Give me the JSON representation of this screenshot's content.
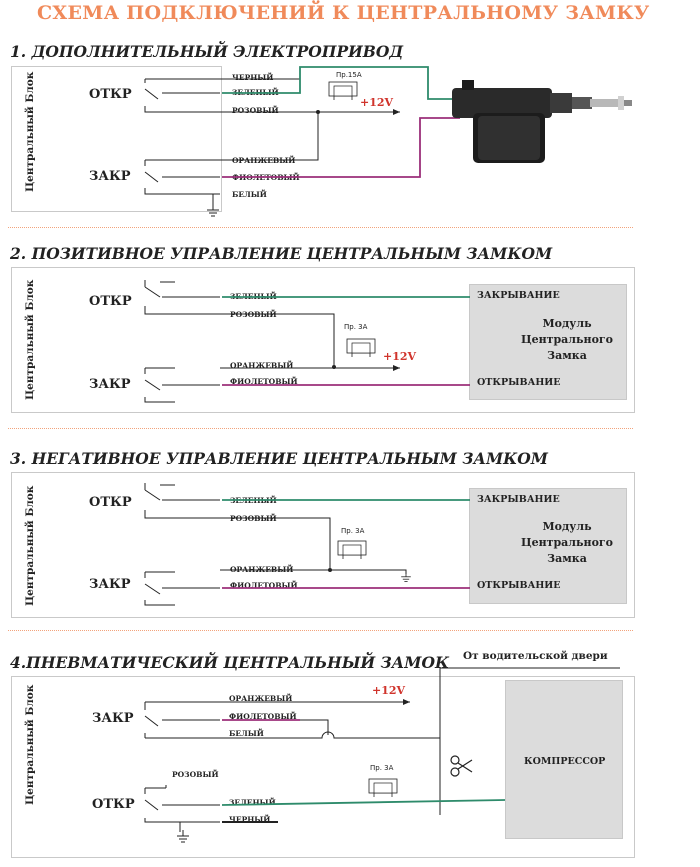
{
  "main_title": "СХЕМА ПОДКЛЮЧЕНИЙ К ЦЕНТРАЛЬНОМУ ЗАМКУ",
  "block_label": "Центральный Блок",
  "colors": {
    "green": "#2e8b6b",
    "purple": "#9b2f7a",
    "title": "#f08a5a",
    "red": "#d0342c",
    "module": "#dcdcdc"
  },
  "s1": {
    "title": "1. ДОПОЛНИТЕЛЬНЫЙ ЭЛЕКТРОПРИВОД",
    "open": "ОТКР",
    "close": "ЗАКР",
    "w_black": "ЧЕРНЫЙ",
    "w_green": "ЗЕЛЕНЫЙ",
    "w_pink": "РОЗОВЫЙ",
    "w_orange": "ОРАНЖЕВЫЙ",
    "w_violet": "ФИОЛЕТОВЫЙ",
    "w_white": "БЕЛЫЙ",
    "fuse": "Пр.15А",
    "v12": "+12V"
  },
  "s2": {
    "title": "2. ПОЗИТИВНОЕ УПРАВЛЕНИЕ ЦЕНТРАЛЬНЫМ ЗАМКОМ",
    "open": "ОТКР",
    "close": "ЗАКР",
    "w_green": "ЗЕЛЕНЫЙ",
    "w_pink": "РОЗОВЫЙ",
    "w_orange": "ОРАНЖЕВЫЙ",
    "w_violet": "ФИОЛЕТОВЫЙ",
    "fuse": "Пр. 3А",
    "v12": "+12V",
    "mod_closing": "ЗАКРЫВАНИЕ",
    "mod_opening": "ОТКРЫВАНИЕ",
    "mod_line1": "Модуль",
    "mod_line2": "Центрального",
    "mod_line3": "Замка"
  },
  "s3": {
    "title": "3. НЕГАТИВНОЕ УПРАВЛЕНИЕ ЦЕНТРАЛЬНЫМ ЗАМКОМ",
    "open": "ОТКР",
    "close": "ЗАКР",
    "w_green": "ЗЕЛЕНЫЙ",
    "w_pink": "РОЗОВЫЙ",
    "w_orange": "ОРАНЖЕВЫЙ",
    "w_violet": "ФИОЛЕТОВЫЙ",
    "fuse": "Пр. 3А",
    "mod_closing": "ЗАКРЫВАНИЕ",
    "mod_opening": "ОТКРЫВАНИЕ",
    "mod_line1": "Модуль",
    "mod_line2": "Центрального",
    "mod_line3": "Замка"
  },
  "s4": {
    "title": "4.ПНЕВМАТИЧЕСКИЙ ЦЕНТРАЛЬНЫЙ ЗАМОК",
    "driver_door": "От водительской двери",
    "close": "ЗАКР",
    "open": "ОТКР",
    "w_orange": "ОРАНЖЕВЫЙ",
    "w_violet": "ФИОЛЕТОВЫЙ",
    "w_white": "БЕЛЫЙ",
    "w_pink": "РОЗОВЫЙ",
    "w_green": "ЗЕЛЕНЫЙ",
    "w_black": "ЧЕРНЫЙ",
    "fuse": "Пр. 3А",
    "v12": "+12V",
    "compressor": "КОМПРЕССОР"
  }
}
